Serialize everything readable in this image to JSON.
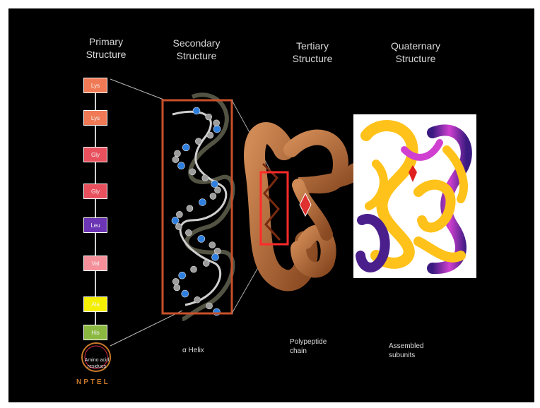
{
  "headings": {
    "primary": [
      "Primary",
      "Structure"
    ],
    "secondary": [
      "Secondary",
      "Structure"
    ],
    "tertiary": [
      "Tertiary",
      "Structure"
    ],
    "quaternary": [
      "Quaternary",
      "Structure"
    ]
  },
  "amino_acids": [
    {
      "label": "Lys",
      "color": "#f07a55"
    },
    {
      "label": "Lys",
      "color": "#f07a55"
    },
    {
      "label": "Gly",
      "color": "#e8505e"
    },
    {
      "label": "Gly",
      "color": "#e8505e"
    },
    {
      "label": "Leu",
      "color": "#6b35b5"
    },
    {
      "label": "Val",
      "color": "#f5909a"
    },
    {
      "label": "Ala",
      "color": "#f5ef00"
    },
    {
      "label": "His",
      "color": "#8ab840"
    }
  ],
  "legend": [
    "Amino acid",
    "residues"
  ],
  "captions": {
    "secondary": "α Helix",
    "tertiary": [
      "Polypeptide",
      "chain"
    ],
    "quaternary": [
      "Assembled",
      "subunits"
    ]
  },
  "logo": "NPTEL",
  "colors": {
    "background": "#000000",
    "highlight_box": "#c8502a",
    "red_box": "#ff2a2a",
    "helix_atom_blue": "#2e7fe0",
    "helix_atom_grey": "#9c9c9c",
    "tertiary_chain": "#b5693a",
    "quaternary_gold": "#ffc21a",
    "quaternary_purple": "#4a1f8c"
  }
}
